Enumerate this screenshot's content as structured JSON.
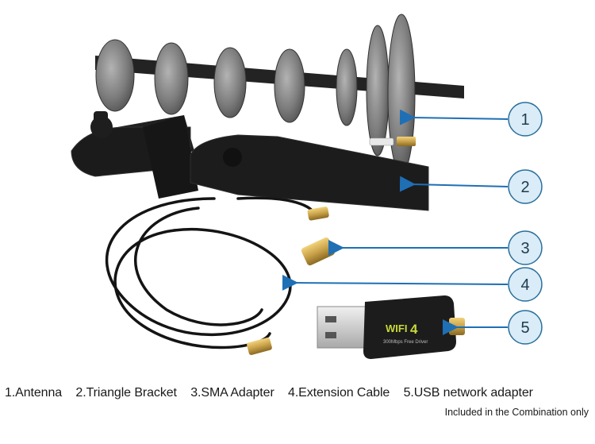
{
  "callouts": [
    {
      "number": "1"
    },
    {
      "number": "2"
    },
    {
      "number": "3"
    },
    {
      "number": "4"
    },
    {
      "number": "5"
    }
  ],
  "adapter": {
    "logo_text": "WIFI",
    "logo_digit": "4",
    "subtext": "300Mbps Free Driver"
  },
  "caption": {
    "items": [
      "1.Antenna",
      "2.Triangle Bracket",
      "3.SMA Adapter",
      "4.Extension Cable",
      "5.USB network adapter"
    ],
    "note": "Included in the Combination only"
  },
  "colors": {
    "arrow": "#1f6fb5",
    "callout_fill": "#d9ecf7",
    "callout_stroke": "#2b6f9c",
    "plastic": "#1b1b1b",
    "metal_disc": "#8a8a8a",
    "gold": "#c9a24a"
  }
}
